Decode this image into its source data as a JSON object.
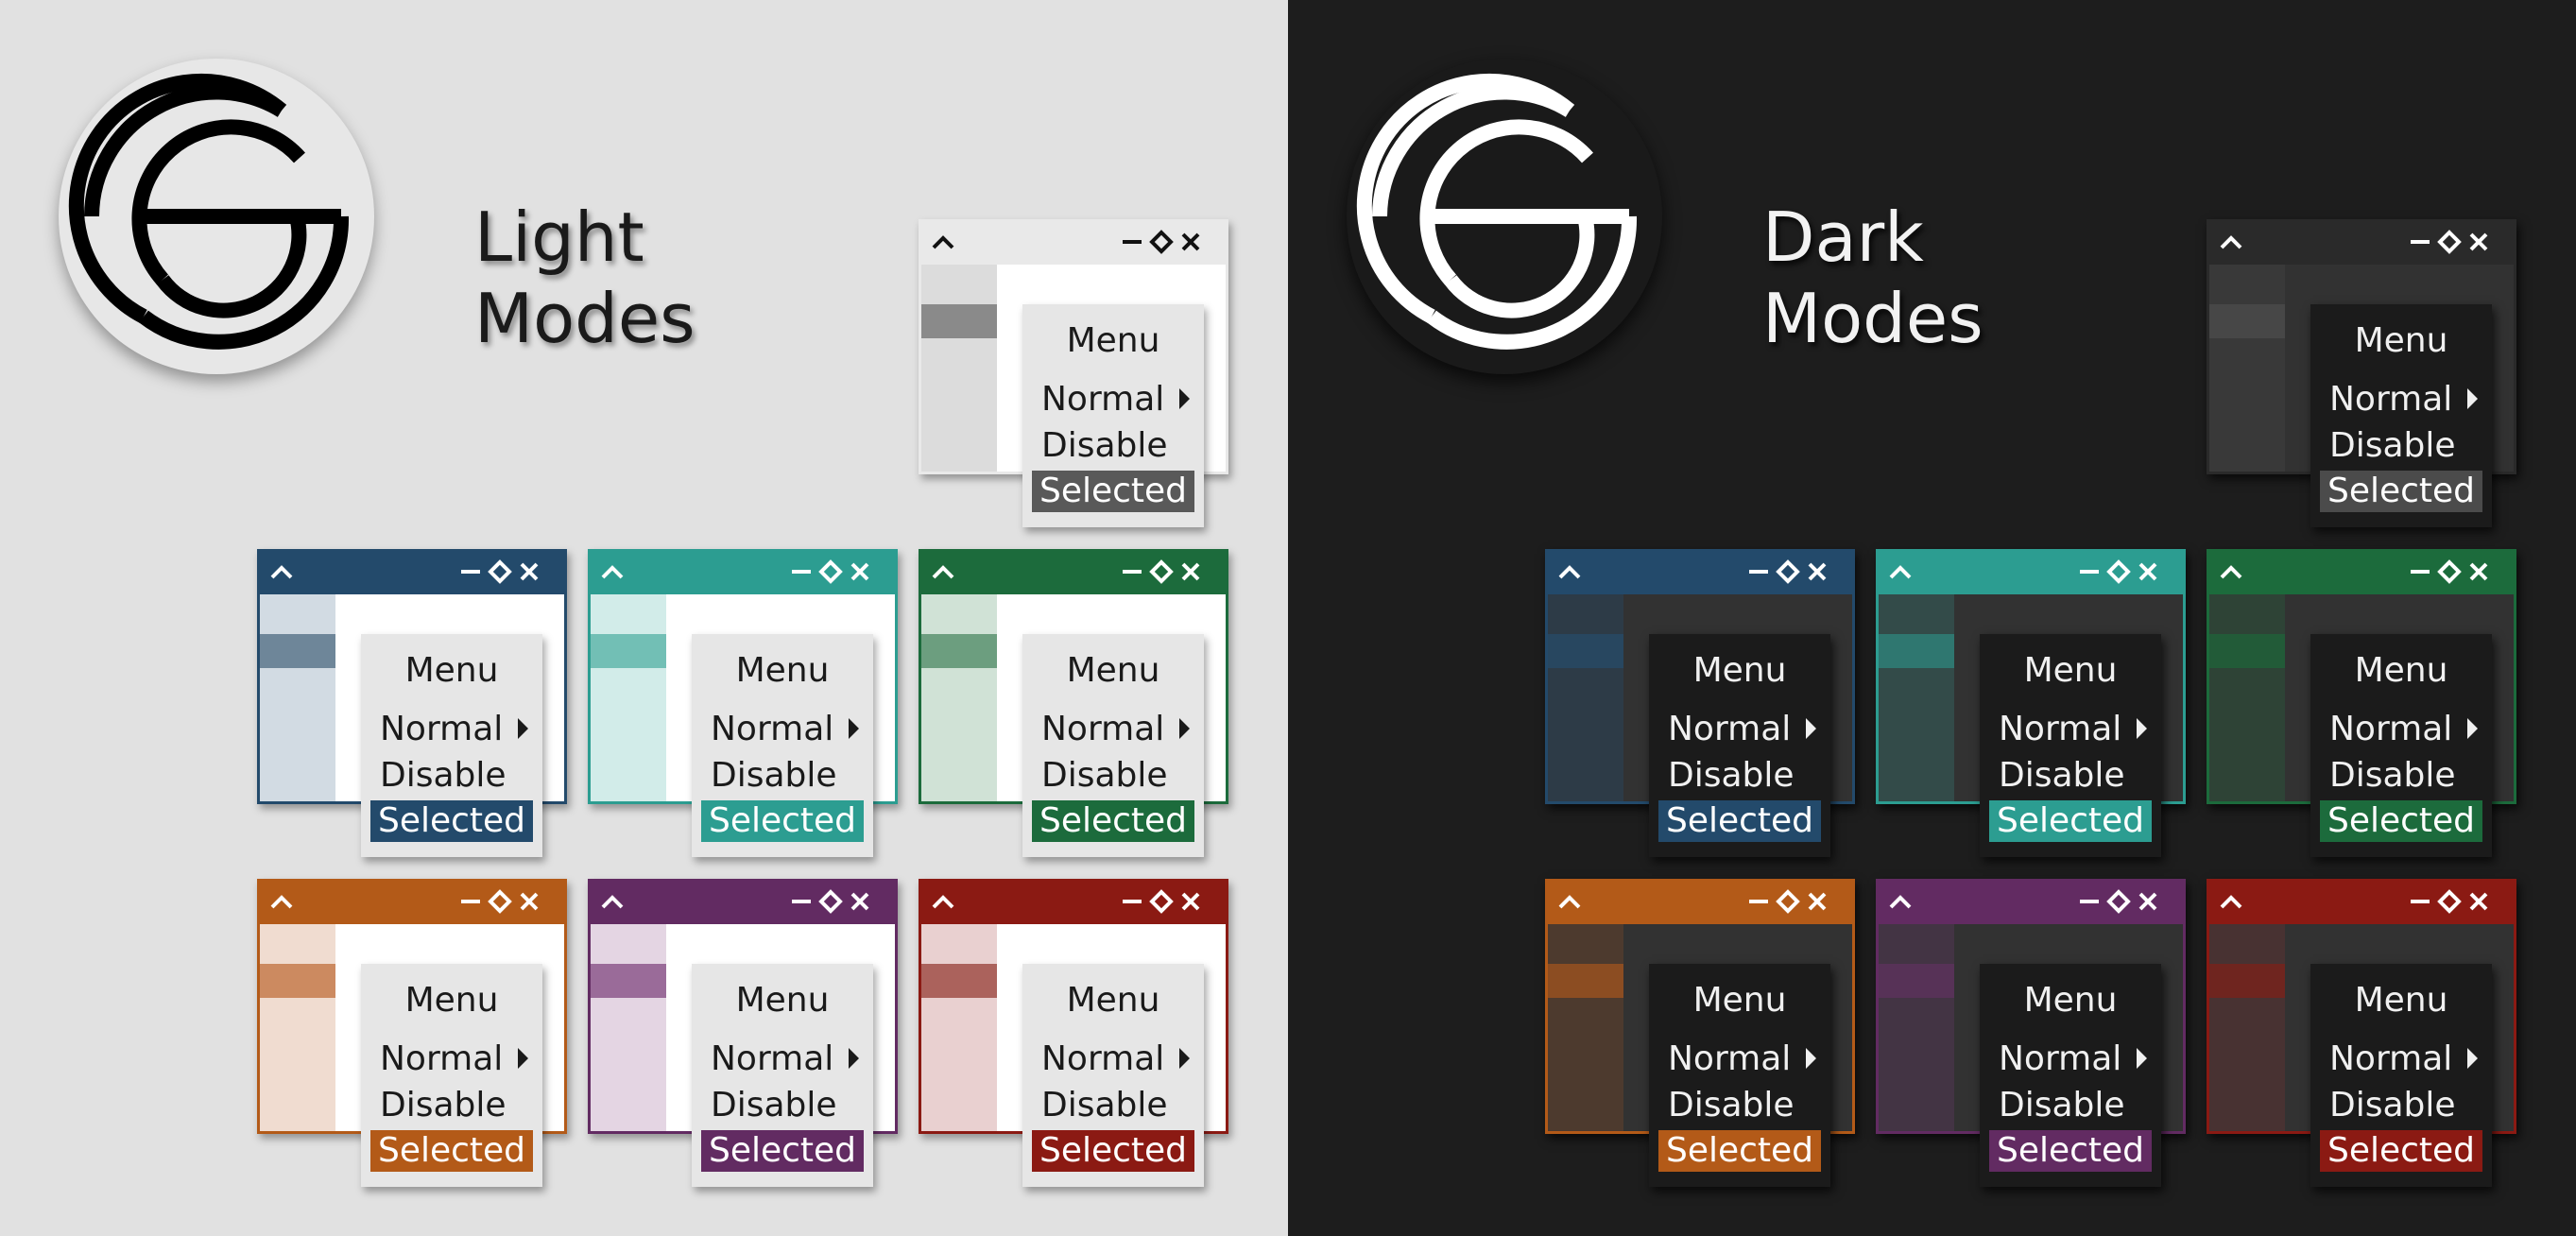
{
  "panels": [
    {
      "id": "light",
      "heading": [
        "Light",
        "Modes"
      ],
      "logo_color": "#000000",
      "windows": [
        {
          "theme": "gray",
          "accent": "#e9e9e9",
          "side": "#dcdcdc",
          "side_selected": "#8a8a8a",
          "selected_bg": "#595959",
          "titlebar_icon_color": "#111111"
        },
        {
          "theme": "blue",
          "accent": "#234a6b",
          "side": "#d2dbe3",
          "side_selected": "#6e8699",
          "selected_bg": "#234a6b",
          "titlebar_icon_color": "#ffffff"
        },
        {
          "theme": "teal",
          "accent": "#2c9d91",
          "side": "#d2ece9",
          "side_selected": "#72bfb5",
          "selected_bg": "#2c9d91",
          "titlebar_icon_color": "#ffffff"
        },
        {
          "theme": "green",
          "accent": "#1c6b3c",
          "side": "#d0e2d6",
          "side_selected": "#6c9e7f",
          "selected_bg": "#1c6b3c",
          "titlebar_icon_color": "#ffffff"
        },
        {
          "theme": "orange",
          "accent": "#b35a18",
          "side": "#f0dcd0",
          "side_selected": "#cc8a60",
          "selected_bg": "#b35a18",
          "titlebar_icon_color": "#ffffff"
        },
        {
          "theme": "purple",
          "accent": "#622b62",
          "side": "#e4d5e3",
          "side_selected": "#9a6b99",
          "selected_bg": "#622b62",
          "titlebar_icon_color": "#ffffff"
        },
        {
          "theme": "red",
          "accent": "#8b1a13",
          "side": "#e9d0d0",
          "side_selected": "#ab625c",
          "selected_bg": "#8b1a13",
          "titlebar_icon_color": "#ffffff"
        }
      ]
    },
    {
      "id": "dark",
      "heading": [
        "Dark",
        "Modes"
      ],
      "logo_color": "#ffffff",
      "windows": [
        {
          "theme": "gray",
          "accent": "#2a2a2a",
          "side": "#393939",
          "side_selected": "#474747",
          "selected_bg": "#4b4b4b",
          "titlebar_icon_color": "#ffffff"
        },
        {
          "theme": "blue",
          "accent": "#234a6b",
          "side": "#2d3b47",
          "side_selected": "#284760",
          "selected_bg": "#234a6b",
          "titlebar_icon_color": "#ffffff"
        },
        {
          "theme": "teal",
          "accent": "#2c9d91",
          "side": "#334b49",
          "side_selected": "#2f7770",
          "selected_bg": "#2c9d91",
          "titlebar_icon_color": "#ffffff"
        },
        {
          "theme": "green",
          "accent": "#1c6b3c",
          "side": "#2e4336",
          "side_selected": "#225b38",
          "selected_bg": "#1c6b3c",
          "titlebar_icon_color": "#ffffff"
        },
        {
          "theme": "orange",
          "accent": "#b35a18",
          "side": "#4d3a2e",
          "side_selected": "#8c4d22",
          "selected_bg": "#b35a18",
          "titlebar_icon_color": "#ffffff"
        },
        {
          "theme": "purple",
          "accent": "#622b62",
          "side": "#433444",
          "side_selected": "#573257",
          "selected_bg": "#622b62",
          "titlebar_icon_color": "#ffffff"
        },
        {
          "theme": "red",
          "accent": "#8b1a13",
          "side": "#483232",
          "side_selected": "#6f251f",
          "selected_bg": "#8b1a13",
          "titlebar_icon_color": "#ffffff"
        }
      ]
    }
  ],
  "menu": {
    "title": "Menu",
    "normal": "Normal",
    "disable": "Disable",
    "selected": "Selected"
  },
  "icons": {
    "logo": "sc-monogram-logo",
    "titlebar": [
      "chevron-up-icon",
      "minimize-icon",
      "maximize-icon",
      "close-icon"
    ],
    "submenu": "triangle-right-icon"
  }
}
